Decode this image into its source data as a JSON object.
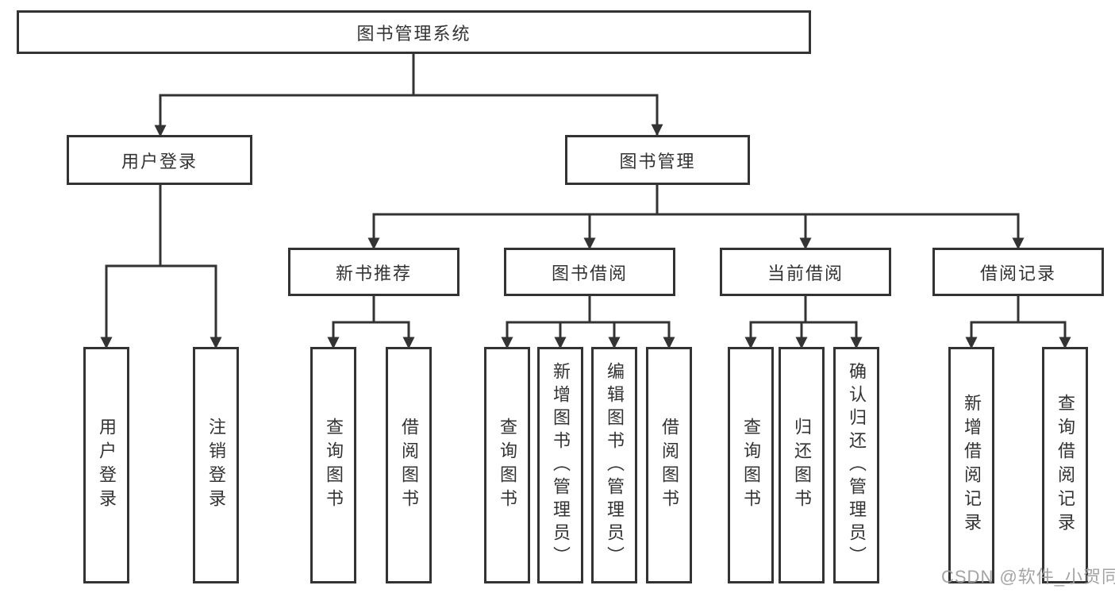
{
  "diagram": {
    "root": {
      "label": "图书管理系统"
    },
    "level2": {
      "user_login": {
        "label": "用户登录",
        "children": [
          "用户登录",
          "注销登录"
        ]
      },
      "book_management": {
        "label": "图书管理"
      }
    },
    "level3": {
      "new_book_recommend": {
        "label": "新书推荐",
        "children": [
          "查询图书",
          "借阅图书"
        ]
      },
      "book_borrowing": {
        "label": "图书借阅",
        "children": [
          "查询图书",
          "新增图书（管理员）",
          "编辑图书（管理员）",
          "借阅图书"
        ]
      },
      "current_borrowing": {
        "label": "当前借阅",
        "children": [
          "查询图书",
          "归还图书",
          "确认归还（管理员）"
        ]
      },
      "borrowing_records": {
        "label": "借阅记录",
        "children": [
          "新增借阅记录",
          "查询借阅记录"
        ]
      }
    }
  },
  "watermark": {
    "text": "CSDN @软件_小贺同学"
  },
  "colors": {
    "line": "#333333",
    "box_border": "#333333",
    "text": "#333333",
    "background": "#ffffff",
    "watermark": "#a0a0a0"
  }
}
